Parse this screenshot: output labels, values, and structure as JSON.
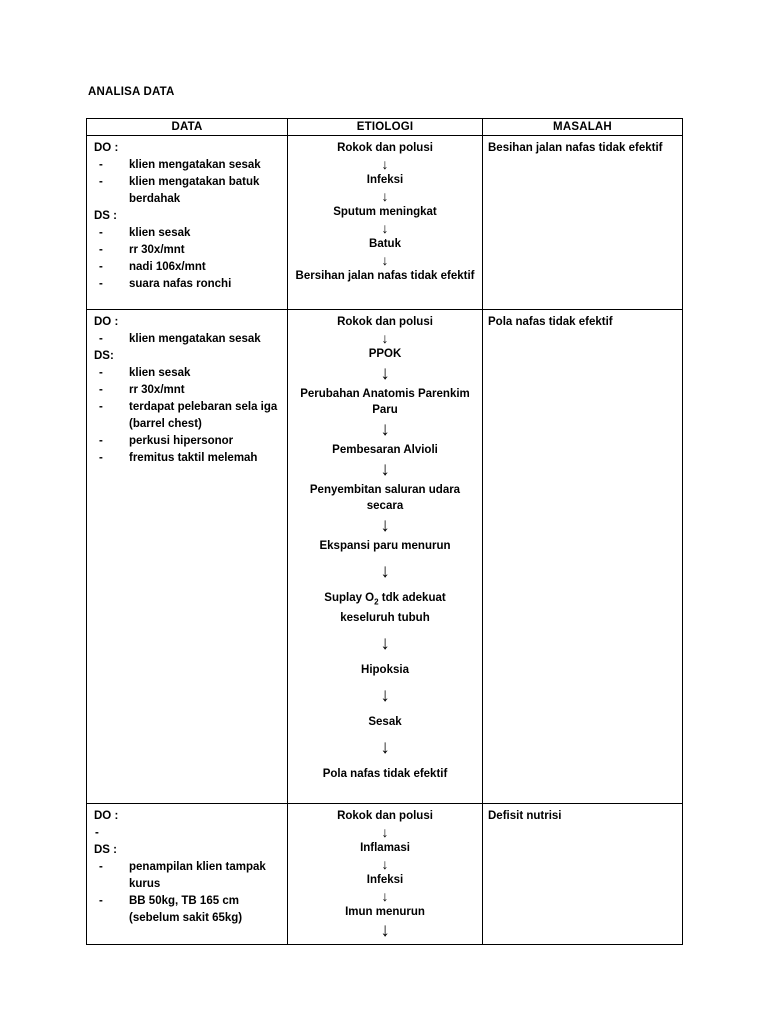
{
  "document": {
    "title": "ANALISA DATA"
  },
  "table": {
    "headers": [
      "DATA",
      "ETIOLOGI",
      "MASALAH"
    ],
    "rows": [
      {
        "data": {
          "do_label": "DO :",
          "do_items": [
            "klien mengatakan sesak",
            "klien mengatakan batuk berdahak"
          ],
          "ds_label": "DS :",
          "ds_items": [
            "klien sesak",
            "rr 30x/mnt",
            "nadi 106x/mnt",
            "suara nafas ronchi"
          ]
        },
        "etiologi": [
          "Rokok dan polusi",
          "Infeksi",
          "Sputum meningkat",
          "Batuk",
          "Bersihan jalan nafas tidak efektif"
        ],
        "masalah": "Besihan jalan nafas tidak efektif"
      },
      {
        "data": {
          "do_label": "DO :",
          "do_items": [
            "klien mengatakan sesak"
          ],
          "ds_label": "DS:",
          "ds_items": [
            "klien sesak",
            "rr 30x/mnt",
            "terdapat pelebaran sela iga (barrel chest)",
            "perkusi hipersonor",
            "fremitus taktil melemah"
          ]
        },
        "etiologi": [
          "Rokok dan polusi",
          "PPOK",
          "Perubahan Anatomis Parenkim Paru",
          "Pembesaran Alvioli",
          "Penyembitan saluran udara secara",
          "Ekspansi paru menurun",
          "Suplay O2 tdk adekuat keseluruh tubuh",
          "Hipoksia",
          "Sesak",
          "Pola nafas tidak efektif"
        ],
        "masalah": "Pola nafas tidak efektif"
      },
      {
        "data": {
          "do_label": "DO :",
          "do_items": [
            ""
          ],
          "ds_label": "DS :",
          "ds_items": [
            "penampilan klien tampak kurus",
            "BB 50kg, TB 165 cm (sebelum sakit 65kg)"
          ]
        },
        "etiologi": [
          "Rokok dan polusi",
          "Inflamasi",
          "Infeksi",
          "Imun menurun"
        ],
        "masalah": "Defisit nutrisi"
      }
    ]
  },
  "glyphs": {
    "dash": "-",
    "arrow_down": "↓"
  },
  "colors": {
    "text": "#000000",
    "border": "#000000",
    "background": "#ffffff"
  }
}
